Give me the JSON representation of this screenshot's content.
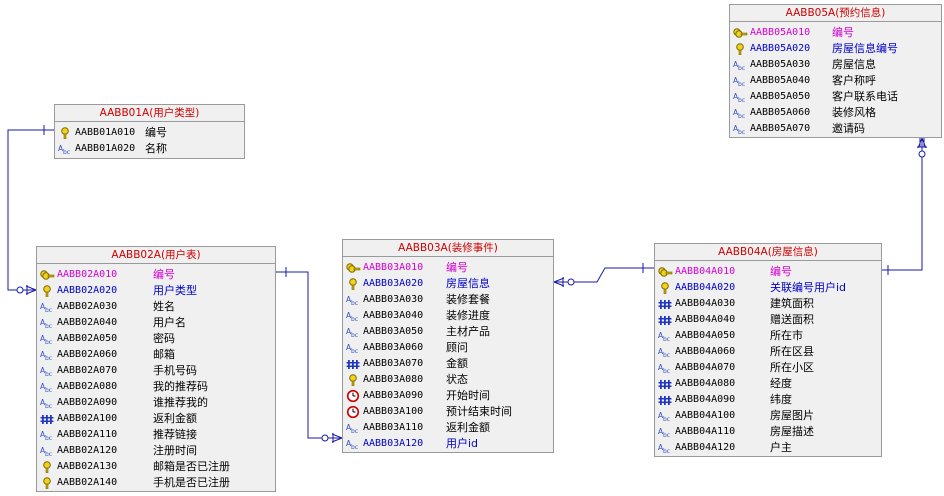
{
  "entities": {
    "e01": {
      "title": "AABB01A(用户类型)",
      "rows": [
        {
          "code": "AABB01A010",
          "name": "编号",
          "icon": "key-icon",
          "style": "plain"
        },
        {
          "code": "AABB01A020",
          "name": "名称",
          "icon": "text-type-icon",
          "style": "plain"
        }
      ]
    },
    "e02": {
      "title": "AABB02A(用户表)",
      "rows": [
        {
          "code": "AABB02A010",
          "name": "编号",
          "icon": "primary-key-icon",
          "style": "pk"
        },
        {
          "code": "AABB02A020",
          "name": "用户类型",
          "icon": "key-icon",
          "style": "fk"
        },
        {
          "code": "AABB02A030",
          "name": "姓名",
          "icon": "text-type-icon",
          "style": "plain"
        },
        {
          "code": "AABB02A040",
          "name": "用户名",
          "icon": "text-type-icon",
          "style": "plain"
        },
        {
          "code": "AABB02A050",
          "name": "密码",
          "icon": "text-type-icon",
          "style": "plain"
        },
        {
          "code": "AABB02A060",
          "name": "邮箱",
          "icon": "text-type-icon",
          "style": "plain"
        },
        {
          "code": "AABB02A070",
          "name": "手机号码",
          "icon": "text-type-icon",
          "style": "plain"
        },
        {
          "code": "AABB02A080",
          "name": "我的推荐码",
          "icon": "text-type-icon",
          "style": "plain"
        },
        {
          "code": "AABB02A090",
          "name": "谁推荐我的",
          "icon": "text-type-icon",
          "style": "plain"
        },
        {
          "code": "AABB02A100",
          "name": "返利金额",
          "icon": "number-type-icon",
          "style": "plain"
        },
        {
          "code": "AABB02A110",
          "name": "推荐链接",
          "icon": "text-type-icon",
          "style": "plain"
        },
        {
          "code": "AABB02A120",
          "name": "注册时间",
          "icon": "text-type-icon",
          "style": "plain"
        },
        {
          "code": "AABB02A130",
          "name": "邮箱是否已注册",
          "icon": "key-icon",
          "style": "plain"
        },
        {
          "code": "AABB02A140",
          "name": "手机是否已注册",
          "icon": "key-icon",
          "style": "plain"
        }
      ]
    },
    "e03": {
      "title": "AABB03A(装修事件)",
      "rows": [
        {
          "code": "AABB03A010",
          "name": "编号",
          "icon": "primary-key-icon",
          "style": "pk"
        },
        {
          "code": "AABB03A020",
          "name": "房屋信息",
          "icon": "key-icon",
          "style": "fk"
        },
        {
          "code": "AABB03A030",
          "name": "装修套餐",
          "icon": "text-type-icon",
          "style": "plain"
        },
        {
          "code": "AABB03A040",
          "name": "装修进度",
          "icon": "text-type-icon",
          "style": "plain"
        },
        {
          "code": "AABB03A050",
          "name": "主材产品",
          "icon": "text-type-icon",
          "style": "plain"
        },
        {
          "code": "AABB03A060",
          "name": "顾问",
          "icon": "text-type-icon",
          "style": "plain"
        },
        {
          "code": "AABB03A070",
          "name": "金额",
          "icon": "number-type-icon",
          "style": "plain"
        },
        {
          "code": "AABB03A080",
          "name": "状态",
          "icon": "key-icon",
          "style": "plain"
        },
        {
          "code": "AABB03A090",
          "name": "开始时间",
          "icon": "clock-icon",
          "style": "plain"
        },
        {
          "code": "AABB03A100",
          "name": "预计结束时间",
          "icon": "clock-icon",
          "style": "plain"
        },
        {
          "code": "AABB03A110",
          "name": "返利金额",
          "icon": "text-type-icon",
          "style": "plain"
        },
        {
          "code": "AABB03A120",
          "name": "用户id",
          "icon": "text-type-icon",
          "style": "fk"
        }
      ]
    },
    "e04": {
      "title": "AABB04A(房屋信息)",
      "rows": [
        {
          "code": "AABB04A010",
          "name": "编号",
          "icon": "primary-key-icon",
          "style": "pk"
        },
        {
          "code": "AABB04A020",
          "name": "关联编号用户id",
          "icon": "key-icon",
          "style": "fk"
        },
        {
          "code": "AABB04A030",
          "name": "建筑面积",
          "icon": "number-type-icon",
          "style": "plain"
        },
        {
          "code": "AABB04A040",
          "name": "赠送面积",
          "icon": "number-type-icon",
          "style": "plain"
        },
        {
          "code": "AABB04A050",
          "name": "所在市",
          "icon": "text-type-icon",
          "style": "plain"
        },
        {
          "code": "AABB04A060",
          "name": "所在区县",
          "icon": "text-type-icon",
          "style": "plain"
        },
        {
          "code": "AABB04A070",
          "name": "所在小区",
          "icon": "text-type-icon",
          "style": "plain"
        },
        {
          "code": "AABB04A080",
          "name": "经度",
          "icon": "number-type-icon",
          "style": "plain"
        },
        {
          "code": "AABB04A090",
          "name": "纬度",
          "icon": "number-type-icon",
          "style": "plain"
        },
        {
          "code": "AABB04A100",
          "name": "房屋图片",
          "icon": "text-type-icon",
          "style": "plain"
        },
        {
          "code": "AABB04A110",
          "name": "房屋描述",
          "icon": "text-type-icon",
          "style": "plain"
        },
        {
          "code": "AABB04A120",
          "name": "户主",
          "icon": "text-type-icon",
          "style": "plain"
        }
      ]
    },
    "e05": {
      "title": "AABB05A(预约信息)",
      "rows": [
        {
          "code": "AABB05A010",
          "name": "编号",
          "icon": "primary-key-icon",
          "style": "pk"
        },
        {
          "code": "AABB05A020",
          "name": "房屋信息编号",
          "icon": "key-icon",
          "style": "fk"
        },
        {
          "code": "AABB05A030",
          "name": "房屋信息",
          "icon": "text-type-icon",
          "style": "plain"
        },
        {
          "code": "AABB05A040",
          "name": "客户称呼",
          "icon": "text-type-icon",
          "style": "plain"
        },
        {
          "code": "AABB05A050",
          "name": "客户联系电话",
          "icon": "text-type-icon",
          "style": "plain"
        },
        {
          "code": "AABB05A060",
          "name": "装修风格",
          "icon": "text-type-icon",
          "style": "plain"
        },
        {
          "code": "AABB05A070",
          "name": "邀请码",
          "icon": "text-type-icon",
          "style": "plain"
        }
      ]
    }
  },
  "colors": {
    "title": "#d00000",
    "primary_key": "#d400d4",
    "foreign_key": "#0000c8",
    "connector": "#1a1aa8"
  }
}
